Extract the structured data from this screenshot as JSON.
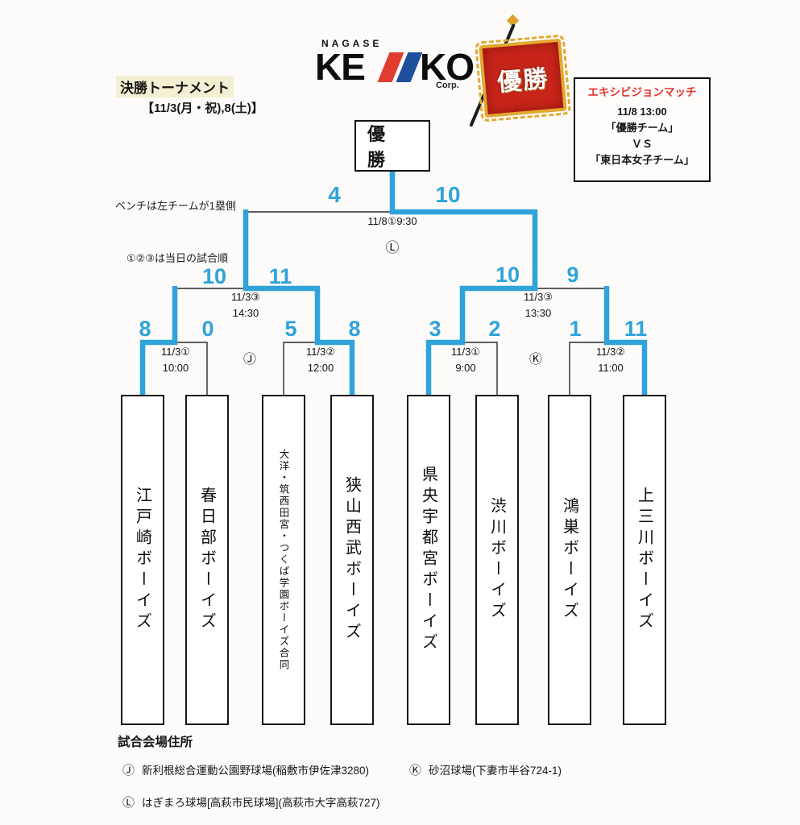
{
  "colors": {
    "accent_blue": "#2fa3da",
    "line_black": "#2b2b2b",
    "exhibition_red": "#e3342f",
    "flag_red": "#c8251a",
    "flag_gold": "#e2a82f",
    "logo_red": "#e23b30",
    "logo_blue": "#1e4e9c",
    "title_highlight": "#f2efd2"
  },
  "header": {
    "title": "決勝トーナメント",
    "dates": "【11/3(月・祝),8(土)】",
    "logo": {
      "top": "NAGASE",
      "ke": "KE",
      "ko": "KO",
      "corp": "Corp."
    },
    "flag_label": "優勝"
  },
  "exhibition": {
    "title": "エキシビジョンマッチ",
    "datetime": "11/8  13:00",
    "team1": "「優勝チーム」",
    "vs": "ＶＳ",
    "team2": "「東日本女子チーム」"
  },
  "notes": {
    "bench": "ベンチは左チームが1塁側",
    "order": "①②③は当日の試合順"
  },
  "champion_box_label": "優　勝",
  "bracket": {
    "final": {
      "label": "11/8①9:30",
      "venue_mark": "Ⓛ",
      "score_left": "4",
      "score_right": "10"
    },
    "semifinals": [
      {
        "label": "11/3③",
        "time": "14:30",
        "score_left": "10",
        "score_right": "11"
      },
      {
        "label": "11/3③",
        "time": "13:30",
        "score_left": "10",
        "score_right": "9"
      }
    ],
    "quarterfinals": [
      {
        "label": "11/3①",
        "time": "10:00",
        "score_left": "8",
        "score_right": "0"
      },
      {
        "label": "11/3②",
        "time": "12:00",
        "score_left": "5",
        "score_right": "8"
      },
      {
        "label": "11/3①",
        "time": "9:00",
        "score_left": "3",
        "score_right": "2"
      },
      {
        "label": "11/3②",
        "time": "11:00",
        "score_left": "1",
        "score_right": "11"
      }
    ],
    "venue_mark_j": "Ⓙ",
    "venue_mark_k": "Ⓚ"
  },
  "teams": [
    {
      "name": "江戸崎ボーイズ"
    },
    {
      "name": "春日部ボーイズ"
    },
    {
      "name": "大洋・筑西田宮・つくば学園ボーイズ合同"
    },
    {
      "name": "狭山西武ボーイズ"
    },
    {
      "name": "県央宇都宮ボーイズ"
    },
    {
      "name": "渋川ボーイズ"
    },
    {
      "name": "鴻巣ボーイズ"
    },
    {
      "name": "上三川ボーイズ"
    }
  ],
  "venues": {
    "heading": "試合会場住所",
    "items": [
      {
        "mark": "Ⓙ",
        "text": "新利根総合運動公園野球場(稲敷市伊佐津3280)"
      },
      {
        "mark": "Ⓚ",
        "text": "砂沼球場(下妻市半谷724-1)"
      },
      {
        "mark": "Ⓛ",
        "text": "はぎまろ球場[高萩市民球場](高萩市大字高萩727)"
      }
    ]
  }
}
